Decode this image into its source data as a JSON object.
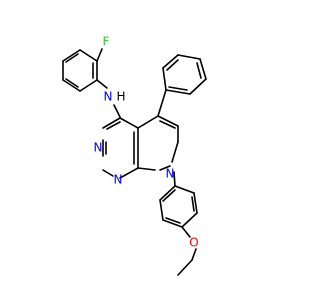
{
  "molecule": {
    "atoms": {
      "F": "F",
      "NH_N": "N",
      "NH_H": "H",
      "N3": "N",
      "N1": "N",
      "N7": "N",
      "O": "O"
    },
    "colors": {
      "carbon_bond": "#000000",
      "nitrogen": "#0000ff",
      "oxygen": "#ff0000",
      "fluorine": "#33cc33"
    }
  }
}
